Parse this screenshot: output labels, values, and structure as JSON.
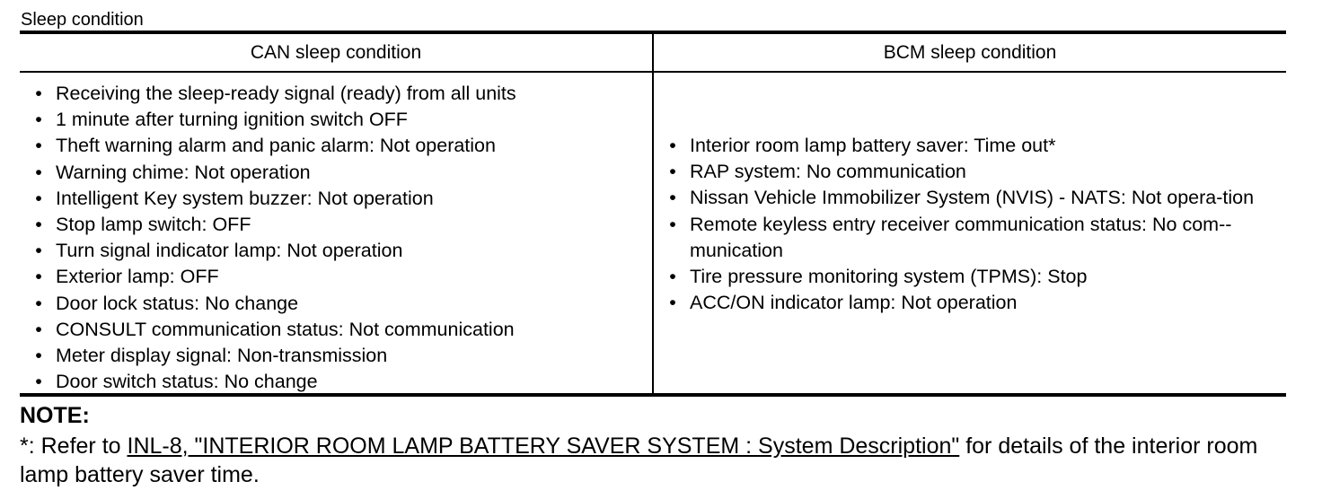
{
  "caption": "Sleep condition",
  "table": {
    "headers": [
      "CAN sleep condition",
      "BCM sleep condition"
    ],
    "can_items": [
      "Receiving the sleep-ready signal (ready) from all units",
      "1 minute after turning ignition switch OFF",
      "Theft warning alarm and panic alarm: Not operation",
      "Warning chime: Not operation",
      "Intelligent Key system buzzer: Not operation",
      "Stop lamp switch: OFF",
      "Turn signal indicator lamp: Not operation",
      "Exterior lamp: OFF",
      "Door lock status: No change",
      "CONSULT communication status: Not communication",
      "Meter display signal: Non-transmission",
      "Door switch status: No change"
    ],
    "bcm_items": [
      "Interior room lamp battery saver: Time out*",
      "RAP system: No communication",
      "Nissan Vehicle Immobilizer System (NVIS) - NATS: Not opera-­tion",
      "Remote keyless entry receiver communication status: No com-­munication",
      "Tire pressure monitoring system (TPMS): Stop",
      "ACC/ON indicator lamp: Not operation"
    ],
    "bullet": "•"
  },
  "note": {
    "title": "NOTE:",
    "prefix": "*: Refer to ",
    "link": "INL-8, \"INTERIOR ROOM LAMP BATTERY SAVER SYSTEM : System Description\"",
    "suffix": " for details of the interior room lamp battery saver time."
  }
}
